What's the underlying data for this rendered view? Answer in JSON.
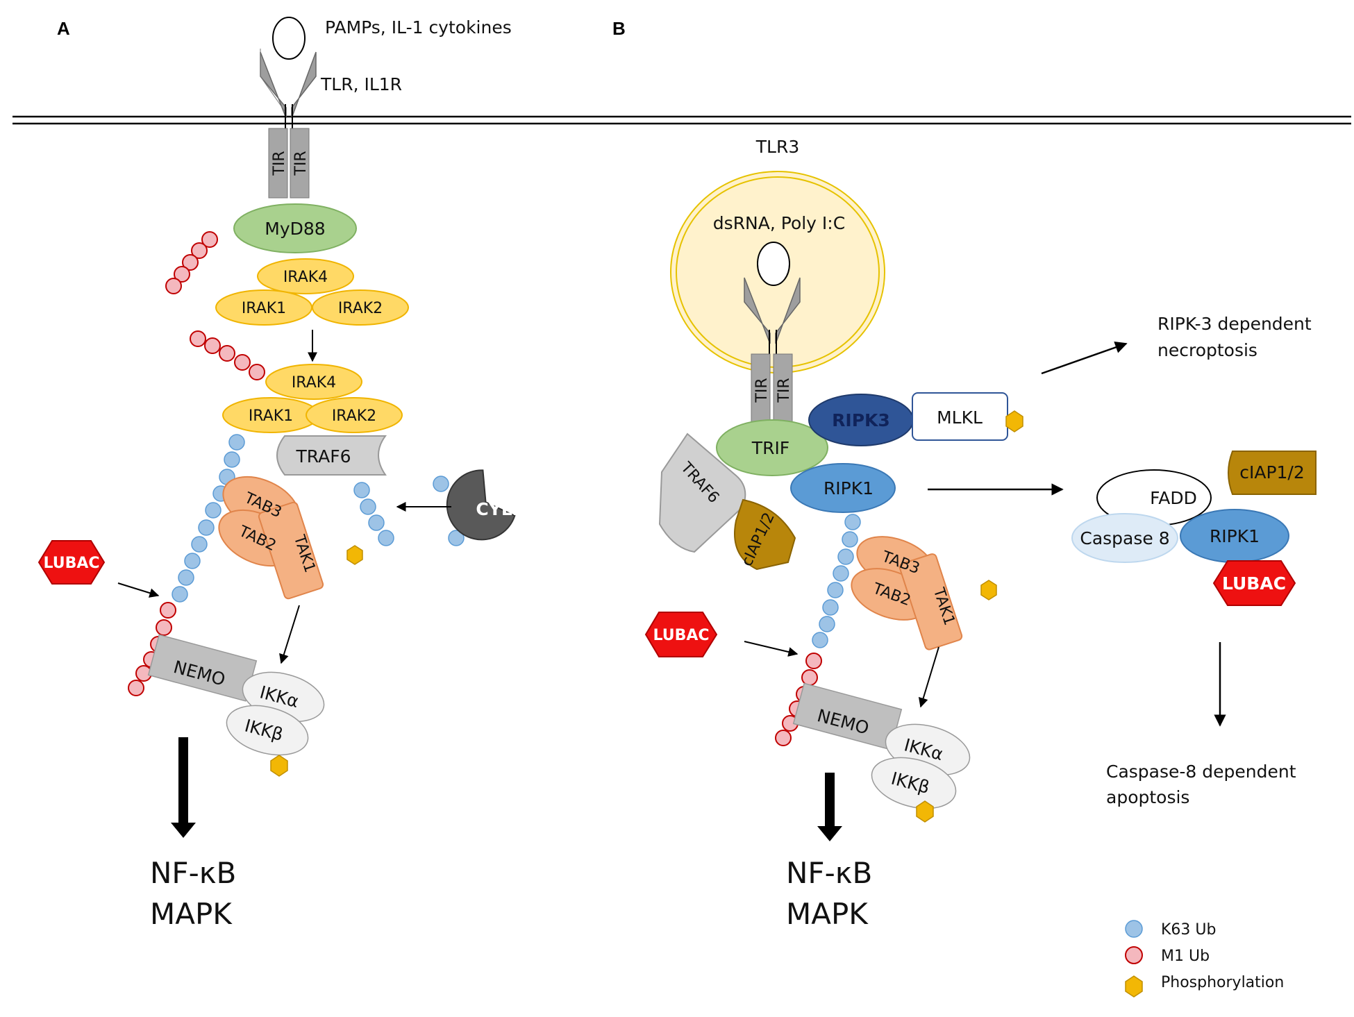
{
  "panels": {
    "a": "A",
    "b": "B"
  },
  "panel_a": {
    "ligand_label": "PAMPs, IL-1 cytokines",
    "receptor_label": "TLR, IL1R",
    "tir": "TIR",
    "myd88": "MyD88",
    "irak4": "IRAK4",
    "irak1": "IRAK1",
    "irak2": "IRAK2",
    "traf6": "TRAF6",
    "cyld": "CYLD",
    "tab3": "TAB3",
    "tab2": "TAB2",
    "tak1": "TAK1",
    "lubac": "LUBAC",
    "nemo": "NEMO",
    "ikka": "IKKα",
    "ikkb": "IKKβ",
    "out1": "NF-κB",
    "out2": "MAPK"
  },
  "panel_b": {
    "tlr3": "TLR3",
    "ligand_label": "dsRNA, Poly I:C",
    "tir": "TIR",
    "trif": "TRIF",
    "traf6": "TRAF6",
    "ciap": "cIAP1/2",
    "ripk3": "RIPK3",
    "mlkl": "MLKL",
    "ripk1": "RIPK1",
    "tab3": "TAB3",
    "tab2": "TAB2",
    "tak1": "TAK1",
    "lubac": "LUBAC",
    "nemo": "NEMO",
    "ikka": "IKKα",
    "ikkb": "IKKβ",
    "out1": "NF-κB",
    "out2": "MAPK",
    "necroptosis_1": "RIPK-3 dependent",
    "necroptosis_2": "necroptosis",
    "fadd": "FADD",
    "ciap_complex": "cIAP1/2",
    "caspase8": "Caspase 8",
    "ripk1_complex": "RIPK1",
    "lubac_complex": "LUBAC",
    "apoptosis_1": "Caspase-8 dependent",
    "apoptosis_2": "apoptosis"
  },
  "legend": {
    "k63": "K63 Ub",
    "m1": "M1 Ub",
    "phos": "Phosphorylation"
  },
  "colors": {
    "k63_ub": "#9dc3e6",
    "m1_ub": "#f4b8be",
    "phospho": "#f2b705",
    "myd88": "#a9d18e",
    "irak": "#ffd966",
    "traf6": "#d0d0d0",
    "tab_tak": "#f4b183",
    "lubac": "#ee1111",
    "cyld": "#595959",
    "ripk3": "#2f5597",
    "ripk1": "#5b9bd5",
    "ciap": "#b8860b",
    "caspase8": "#deebf7",
    "endosome": "#fff2cc"
  }
}
